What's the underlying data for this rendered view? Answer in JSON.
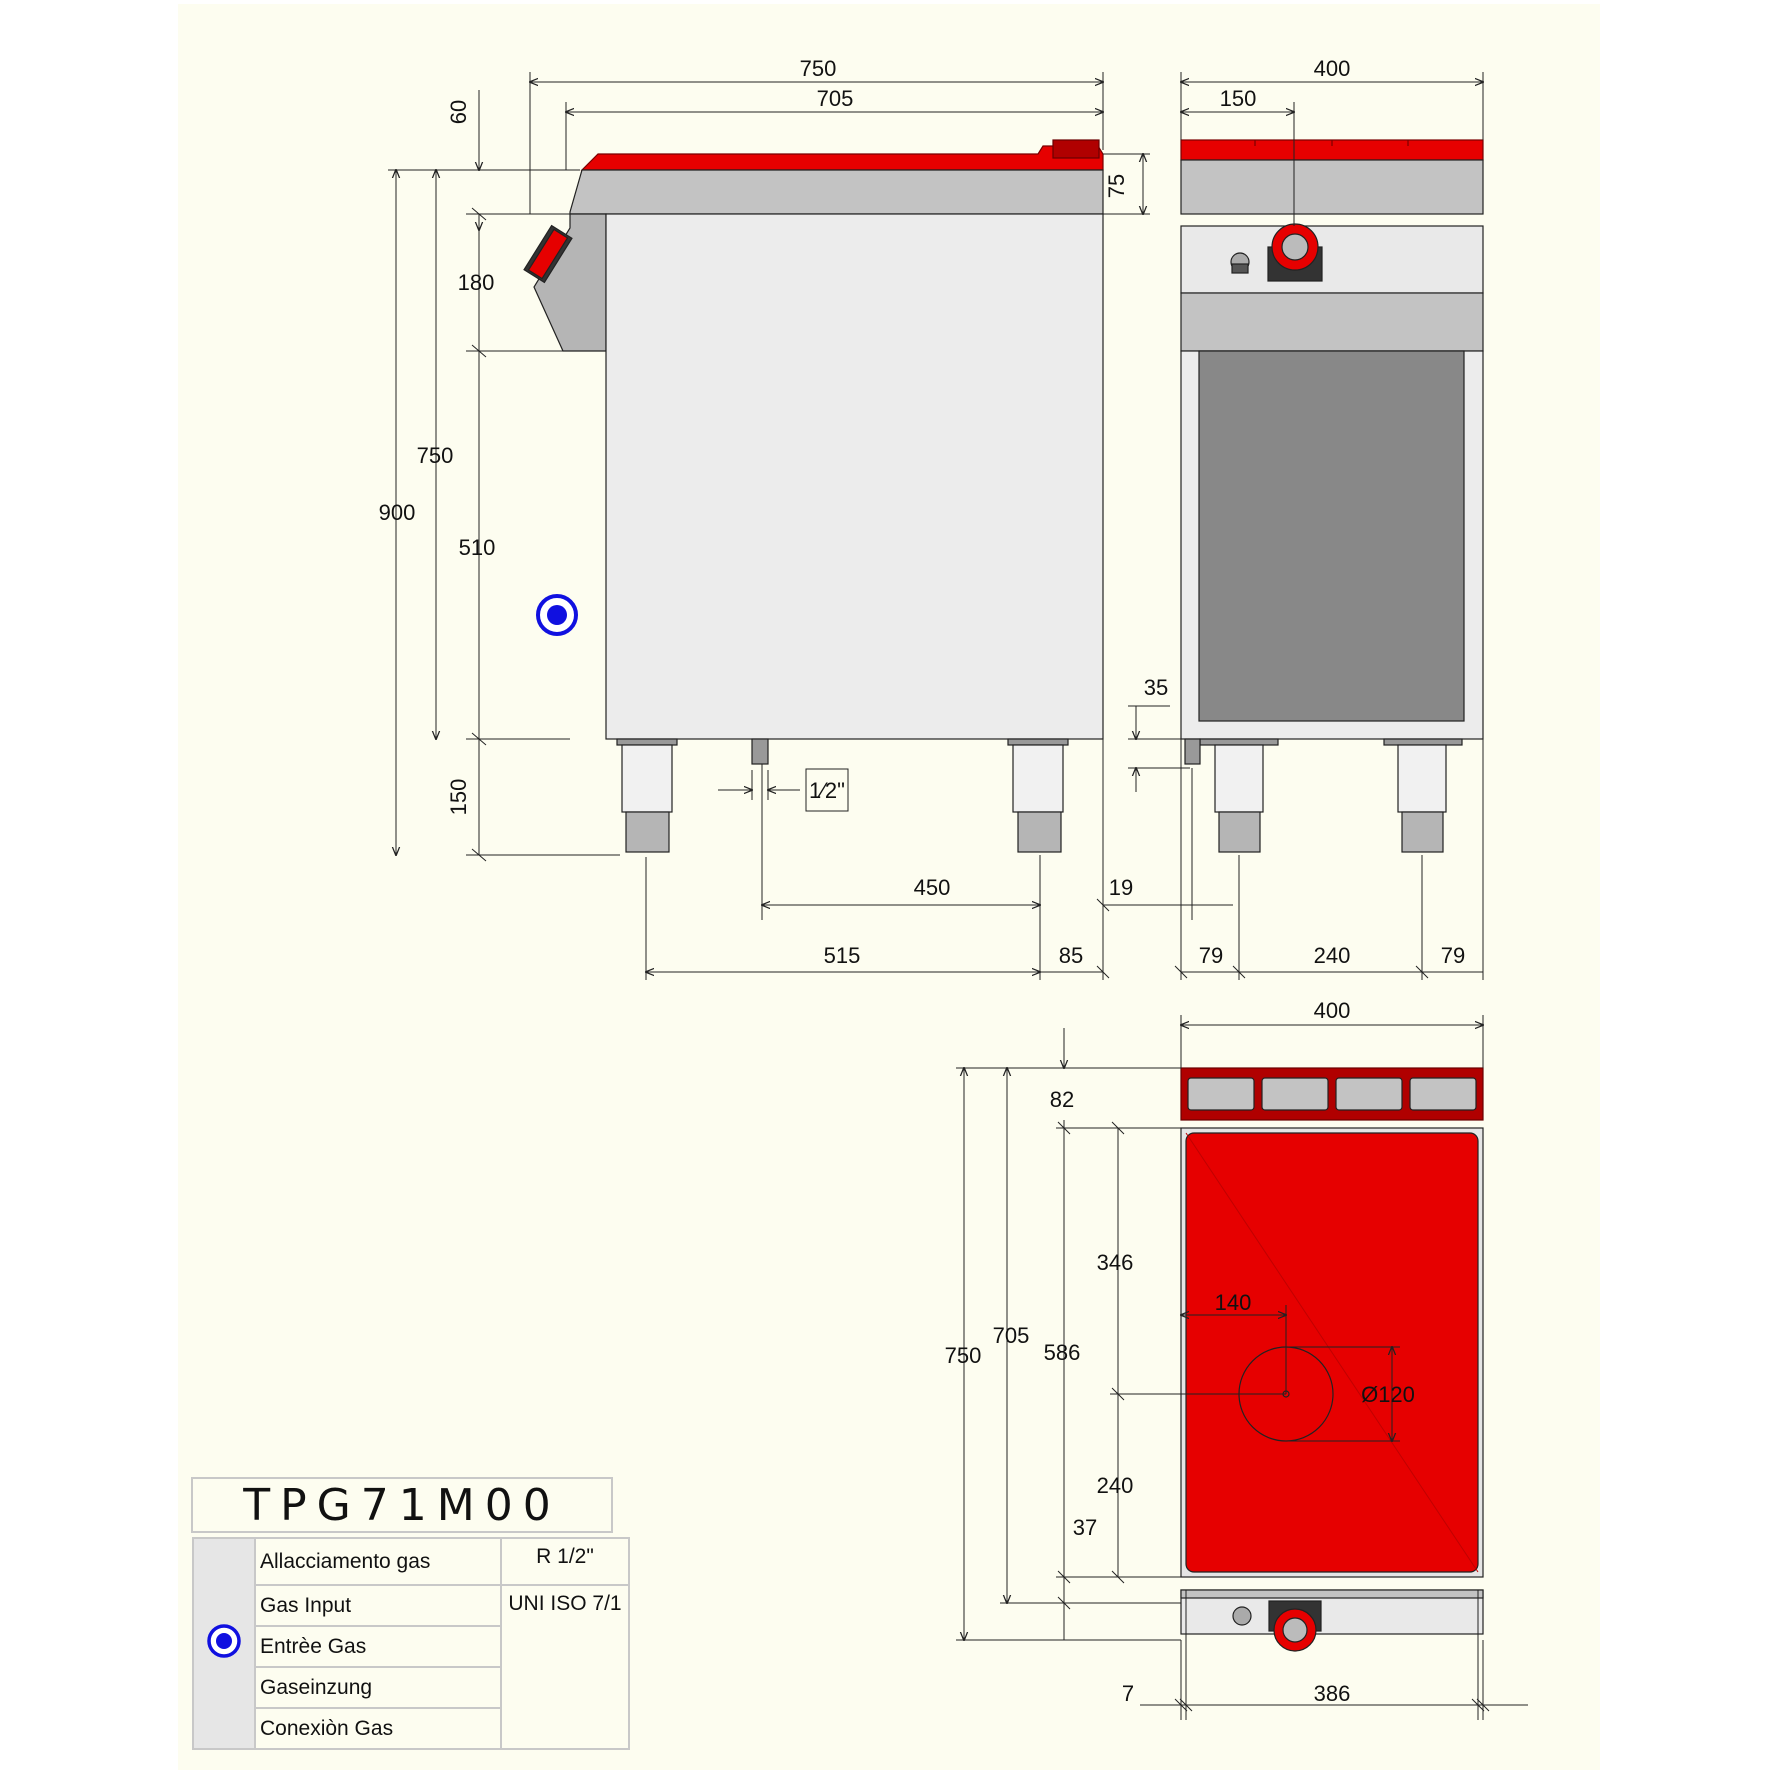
{
  "colors": {
    "background": "#fdfdf0",
    "red": "#e60000",
    "dark_red": "#8b0000",
    "steel": "#c0c0c0",
    "panel": "#e9e9e9",
    "gas_symbol": "#1010e0"
  },
  "model": "TPG71M00",
  "spec": {
    "rows": [
      "Allacciamento gas",
      "Gas Input",
      "Entrèe Gas",
      "Gaseinzung",
      "Conexiòn Gas"
    ],
    "value_1": "R 1/2\"",
    "value_2": "UNI ISO 7/1"
  },
  "side_view": {
    "d750": "750",
    "d705": "705",
    "d60": "60",
    "d75": "75",
    "d180": "180",
    "d750v": "750",
    "d900": "900",
    "d510": "510",
    "d150": "150",
    "d_half": "1⁄2\"",
    "d450": "450",
    "d19": "19",
    "d515": "515",
    "d85": "85"
  },
  "front_view": {
    "d400": "400",
    "d150": "150",
    "d35": "35",
    "d79a": "79",
    "d240": "240",
    "d79b": "79"
  },
  "top_view": {
    "d400": "400",
    "d82": "82",
    "d750": "750",
    "d705": "705",
    "d586": "586",
    "d346": "346",
    "d140": "140",
    "d_dia": "Ø120",
    "d240": "240",
    "d37": "37",
    "d7": "7",
    "d386": "386"
  }
}
